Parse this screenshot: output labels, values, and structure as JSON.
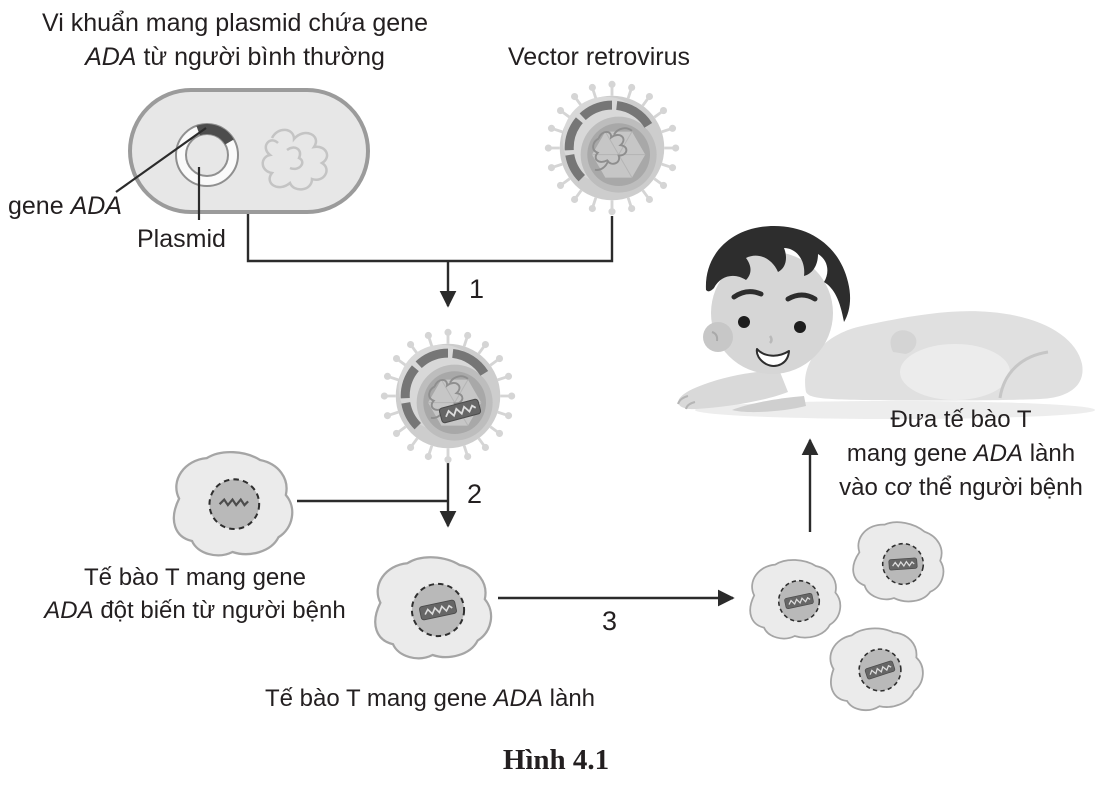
{
  "figure_caption": "Hình 4.1",
  "gene_name": "ADA",
  "labels": {
    "bacteria_line1": "Vi khuẩn mang plasmid chứa gene",
    "bacteria_line2_after_gene": "từ người bình thường",
    "vector_retrovirus": "Vector retrovirus",
    "gene_callout_prefix": "gene",
    "plasmid_callout": "Plasmid",
    "step_1": "1",
    "step_2": "2",
    "step_3": "3",
    "t_cell_sick_line1": "Tế bào T mang gene",
    "t_cell_sick_line2_after_gene": "đột biến từ người bệnh",
    "t_cell_healthy_prefix": "Tế bào T mang gene",
    "t_cell_healthy_suffix": "lành",
    "inject_line1": "Đưa tế bào T",
    "inject_line2_prefix": "mang gene",
    "inject_line2_suffix": "lành",
    "inject_line3": "vào cơ thể người bệnh"
  },
  "colors": {
    "text": "#231f20",
    "line": "#2b2b2b",
    "bacterium_fill": "#e7e7e7",
    "bacterium_stroke": "#9b9b9b",
    "plasmid_gene_segment": "#4d4d4d",
    "virus_body": "#cdcdcd",
    "virus_envelope_band": "#767676",
    "cell_fill": "#ebebeb",
    "cell_stroke": "#a5a5a5",
    "nucleus_fill": "#b9b9b9",
    "gene_band_fill": "#666666",
    "baby_hair": "#2d2d2d",
    "baby_skin": "#d6d6d6"
  }
}
